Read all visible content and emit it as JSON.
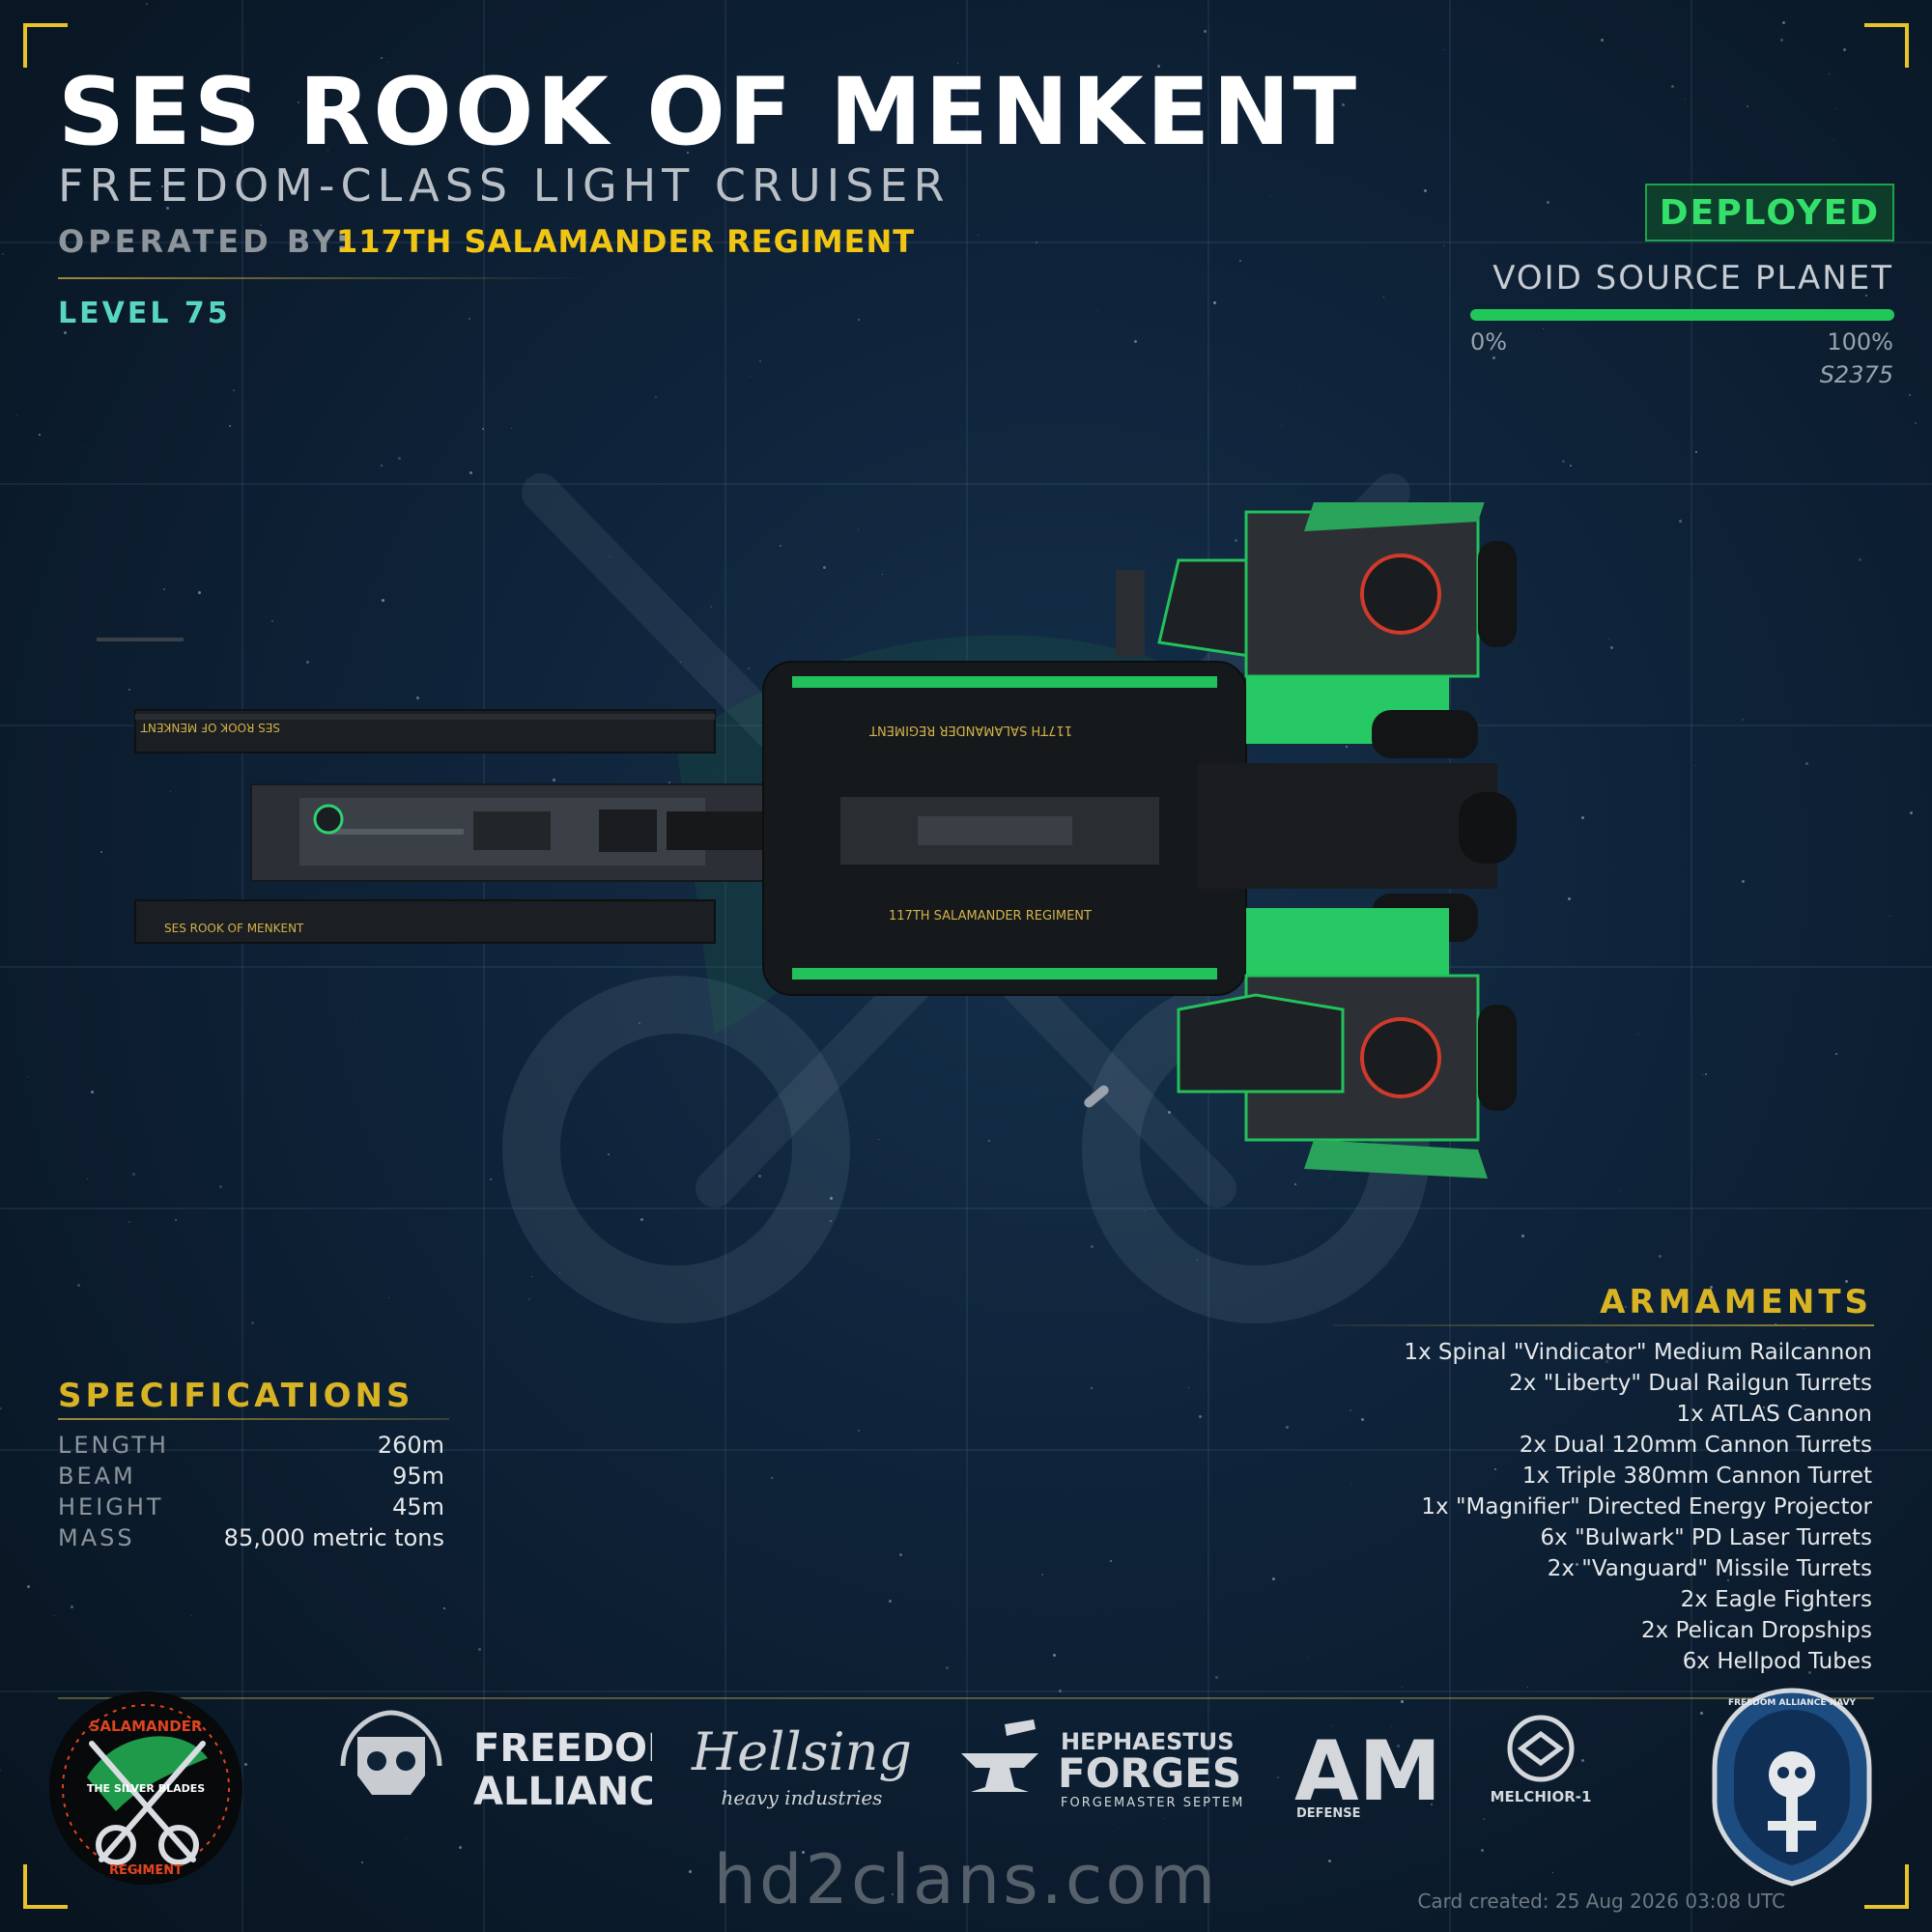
{
  "ship": {
    "name": "SES ROOK OF MENKENT",
    "class": "FREEDOM-CLASS LIGHT CRUISER",
    "operated_by_label": "OPERATED BY:",
    "operator": "117TH SALAMANDER REGIMENT",
    "level": "LEVEL 75",
    "hull_name_text": "SES ROOK OF MENKENT",
    "hull_regiment_text": "117TH SALAMANDER REGIMENT"
  },
  "status": {
    "badge": "DEPLOYED",
    "location": "VOID SOURCE PLANET",
    "progress_percent": 100,
    "progress_min": "0%",
    "progress_max": "100%",
    "season": "S2375"
  },
  "specifications": {
    "title": "SPECIFICATIONS",
    "rows": [
      {
        "label": "LENGTH",
        "value": "260m"
      },
      {
        "label": "BEAM",
        "value": "95m"
      },
      {
        "label": "HEIGHT",
        "value": "45m"
      },
      {
        "label": "MASS",
        "value": "85,000 metric tons"
      }
    ]
  },
  "armaments": {
    "title": "ARMAMENTS",
    "items": [
      "1x Spinal \"Vindicator\" Medium Railcannon",
      "2x \"Liberty\" Dual Railgun Turrets",
      "1x ATLAS Cannon",
      "2x Dual 120mm Cannon Turrets",
      "1x Triple 380mm Cannon Turret",
      "1x \"Magnifier\" Directed Energy Projector",
      "6x \"Bulwark\" PD Laser Turrets",
      "2x \"Vanguard\" Missile Turrets",
      "2x Eagle Fighters",
      "2x Pelican Dropships",
      "6x Hellpod Tubes"
    ]
  },
  "logos": {
    "clan_badge": {
      "top": "SALAMANDER",
      "center": "THE SILVER BLADES",
      "bottom": "REGIMENT",
      "icon": "salamander-emblem"
    },
    "freedom_alliance": {
      "line1": "FREEDOM",
      "line2": "ALLIANCE",
      "icon": "skull-laurel-icon"
    },
    "hellsing": {
      "line1": "Hellsing",
      "line2": "heavy industries"
    },
    "hephaestus": {
      "line1": "HEPHAESTUS",
      "line2": "FORGES",
      "line3": "FORGEMASTER SEPTEM",
      "icon": "anvil-icon"
    },
    "am_defense": {
      "mark": "AM",
      "sub": "DEFENSE"
    },
    "melchior": {
      "name": "MELCHIOR-1",
      "icon": "melchior-ring-icon"
    },
    "navy": {
      "ring_text": "FREEDOM ALLIANCE NAVY",
      "icon": "navy-skull-shield-icon"
    }
  },
  "footer": {
    "site": "hd2clans.com",
    "created": "Card created: 25 Aug 2026 03:08 UTC"
  },
  "colors": {
    "accent_gold": "#e8c22a",
    "operator_yellow": "#f1c514",
    "level_teal": "#58d6c2",
    "status_green": "#34e06a",
    "hull_green": "#22c75a"
  }
}
